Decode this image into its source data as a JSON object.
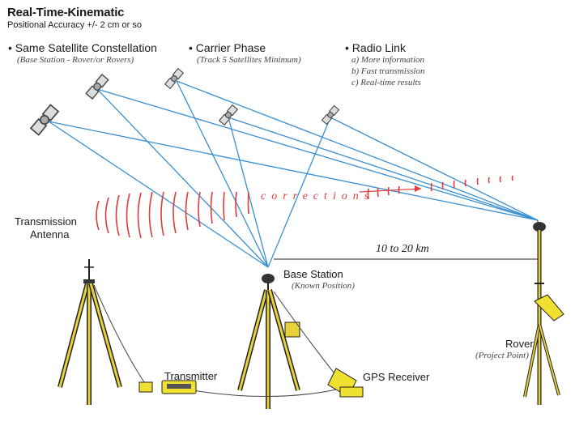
{
  "title": "Real-Time-Kinematic",
  "subtitle": "Positional Accuracy +/- 2 cm or so",
  "headings": [
    {
      "text": "• Same Satellite Constellation",
      "sub": [
        "(Base Station - Rover/or Rovers)"
      ]
    },
    {
      "text": "• Carrier Phase",
      "sub": [
        "(Track 5 Satellites Minimum)"
      ]
    },
    {
      "text": "• Radio Link",
      "sub": [
        "a)  More information",
        "b)  Fast transmission",
        "c)  Real-time results"
      ]
    }
  ],
  "labels": {
    "transmission_antenna": [
      "Transmission",
      "Antenna"
    ],
    "base_station": "Base Station",
    "base_station_sub": "(Known Position)",
    "rover": "Rover",
    "rover_sub": "(Project Point)",
    "transmitter": "Transmitter",
    "gps_receiver": "GPS Receiver",
    "distance": "10 to 20 km",
    "corrections": "corrections"
  },
  "colors": {
    "signal_lines": "#3a8fd0",
    "radio_waves": "#e23a3a",
    "tripod_legs": "#e8d23a",
    "equipment": "#f0e030",
    "text": "#1a1a1a"
  }
}
